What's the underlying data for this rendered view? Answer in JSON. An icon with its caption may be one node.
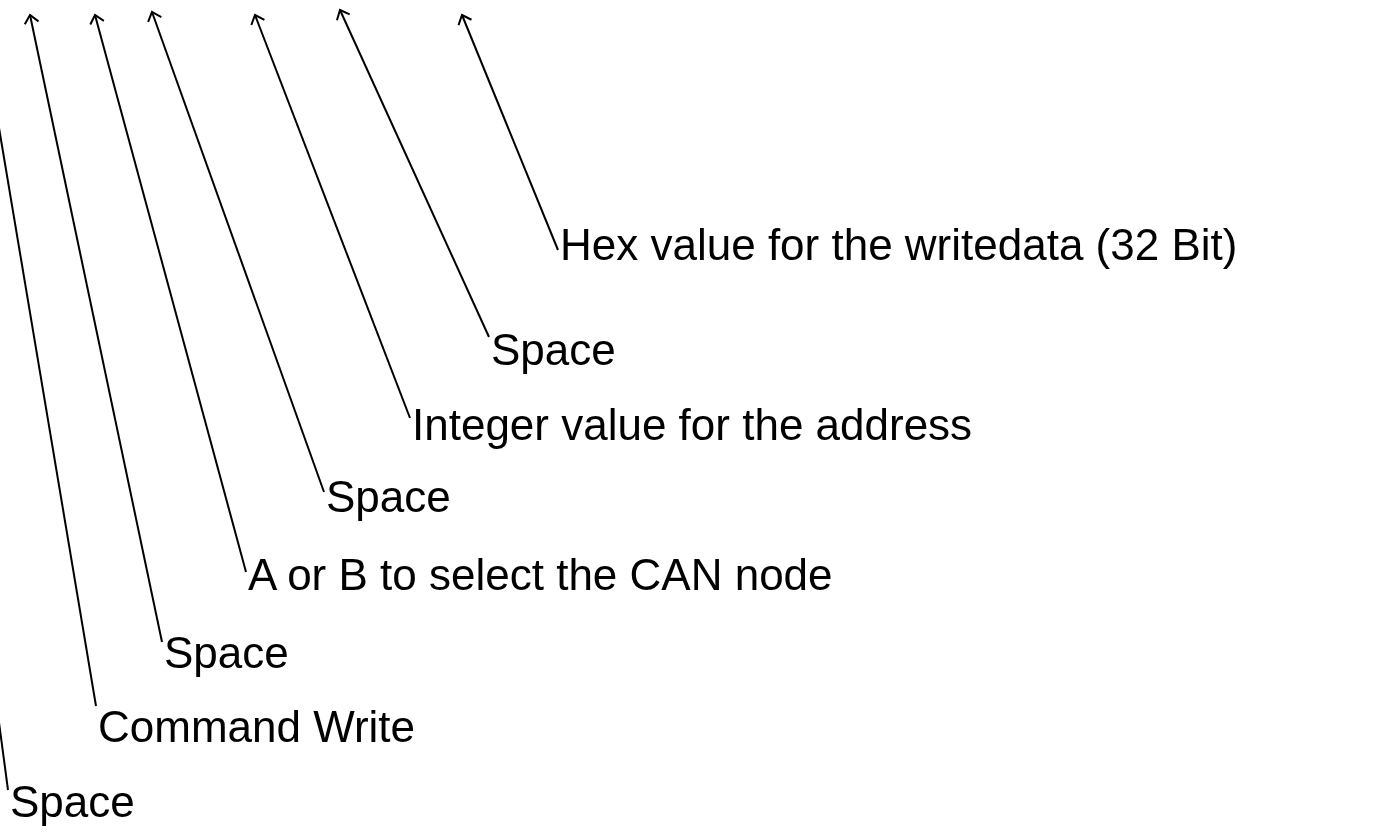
{
  "diagram": {
    "nodes": [
      {
        "text": [
          "Hex value for the writedata (32 Bit)"
        ]
      },
      {
        "text": [
          "Space"
        ]
      },
      {
        "text": [
          "Integer value for the address"
        ]
      },
      {
        "text": [
          "Space"
        ]
      },
      {
        "text": [
          "A or B to select the CAN node"
        ]
      },
      {
        "text": [
          "Space"
        ]
      },
      {
        "text": [
          "Command Write"
        ]
      },
      {
        "text": [
          "Space"
        ]
      }
    ],
    "edges": [
      {
        "from": 0,
        "to": null,
        "arrow": "to"
      },
      {
        "from": 1,
        "to": null,
        "arrow": "to"
      },
      {
        "from": 2,
        "to": null,
        "arrow": "to"
      },
      {
        "from": 3,
        "to": null,
        "arrow": "to"
      },
      {
        "from": 4,
        "to": null,
        "arrow": "to"
      },
      {
        "from": 5,
        "to": null,
        "arrow": "to"
      },
      {
        "from": 6,
        "to": null,
        "arrow": "none"
      },
      {
        "from": 7,
        "to": null,
        "arrow": "none"
      }
    ]
  }
}
